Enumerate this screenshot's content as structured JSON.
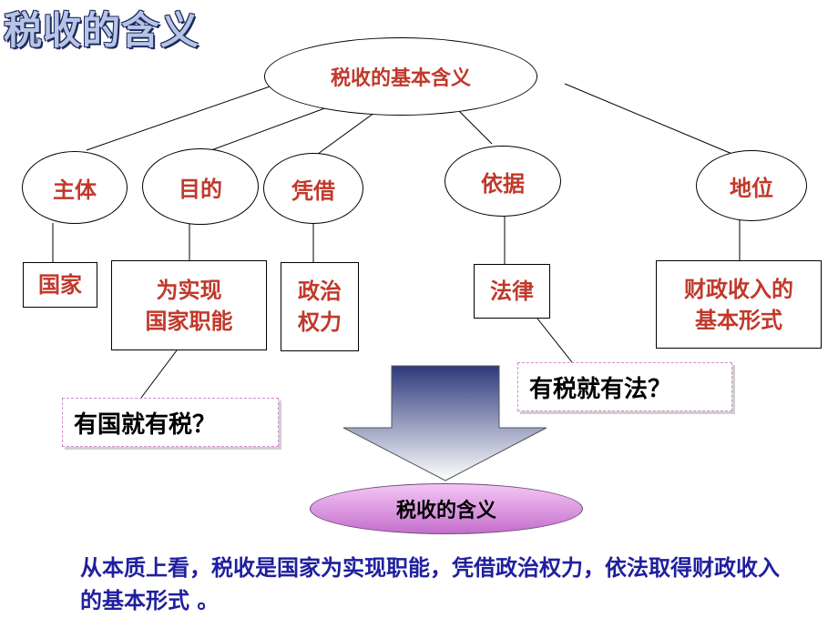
{
  "title": "税收的含义",
  "root": "税收的基本含义",
  "aspects": [
    {
      "label": "主体",
      "value": "国家"
    },
    {
      "label": "目的",
      "value": "为实现\n国家职能"
    },
    {
      "label": "凭借",
      "value": "政治\n权力"
    },
    {
      "label": "依据",
      "value": "法律"
    },
    {
      "label": "地位",
      "value": "财政收入的\n基本形式"
    }
  ],
  "questions": {
    "tax_law": "有税就有法？",
    "state_tax": "有国就有税？"
  },
  "result": "税收的含义",
  "summary": "从本质上看，税收是国家为实现职能，凭借政治权力，依法取得财政收入的基本形式 。",
  "colors": {
    "node_text": "#c0392b",
    "summary_text": "#1f1f9e",
    "result_fill_top": "#f3c6f5",
    "result_fill_bottom": "#c56fcb",
    "arrow_top": "#2d3a7c",
    "arrow_bottom": "#ffffff"
  }
}
